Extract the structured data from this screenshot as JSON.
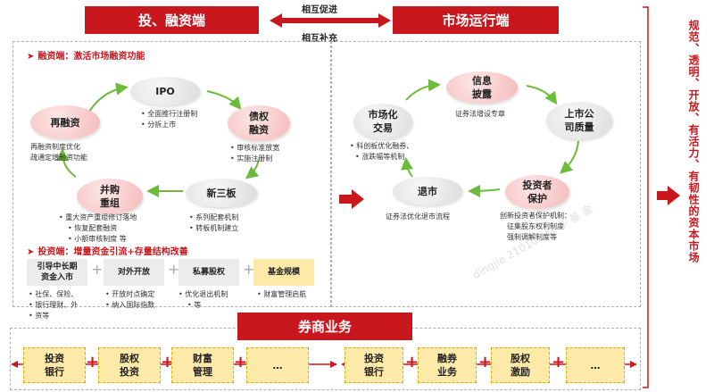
{
  "headers": {
    "left": "投、融资端",
    "right": "市场运行端",
    "bottom": "券商业务"
  },
  "mutual": {
    "top": "相互促进",
    "bottom": "相互补充"
  },
  "financing": {
    "title": "融资端：激活市场融资功能",
    "ipo": {
      "label": "IPO",
      "bullets": [
        "全面推行注册制",
        "分拆上市"
      ]
    },
    "bond": {
      "label1": "债权",
      "label2": "融资",
      "bullets": [
        "审核标准放宽",
        "实施注册制"
      ]
    },
    "neeq": {
      "label": "新三板",
      "bullets": [
        "系列配套机制",
        "转板机制建立"
      ]
    },
    "ma": {
      "label1": "并购",
      "label2": "重组",
      "bullets": [
        "重大资产重组修订落地",
        "恢复配套融资",
        "小额审核制度 等"
      ]
    },
    "refi": {
      "label": "再融资",
      "text1": "再融资制度优化",
      "text2": "疏通定增融资功能"
    }
  },
  "investing": {
    "title": "投资端：增量资金引流+存量结构改善",
    "boxes": [
      {
        "label1": "引导中长期",
        "label2": "资金入市",
        "bullets": [
          "社保、保险、",
          "银行理财、外",
          "资等"
        ]
      },
      {
        "label1": "对外开放",
        "label2": "",
        "bullets": [
          "开放时点确定",
          "纳入国际指数"
        ]
      },
      {
        "label1": "私募股权",
        "label2": "",
        "bullets": [
          "优化退出机制",
          "等"
        ]
      },
      {
        "label1": "基金规模",
        "label2": "",
        "bullets": [
          "财富管理启航"
        ]
      }
    ]
  },
  "market": {
    "disclosure": {
      "label1": "信息",
      "label2": "披露",
      "text": "证券法增设专章"
    },
    "trading": {
      "label1": "市场化",
      "label2": "交易",
      "bullets": [
        "科创板优化融券、",
        "涨跌幅等机制"
      ]
    },
    "quality": {
      "label1": "上市公",
      "label2": "司质量"
    },
    "protection": {
      "label1": "投资者",
      "label2": "保护",
      "text1": "创新投资者保护机制：",
      "text2": "征集股东权利制度",
      "text3": "强制调解制度等"
    },
    "delisting": {
      "label": "退市",
      "text": "证券法优化退市流程"
    }
  },
  "broker": {
    "left": [
      {
        "label1": "投资",
        "label2": "银行"
      },
      {
        "label1": "股权",
        "label2": "投资"
      },
      {
        "label1": "财富",
        "label2": "管理"
      },
      {
        "label1": "…",
        "label2": ""
      }
    ],
    "right": [
      {
        "label1": "投资",
        "label2": "银行"
      },
      {
        "label1": "融券",
        "label2": "业务"
      },
      {
        "label1": "股权",
        "label2": "激励"
      },
      {
        "label1": "…",
        "label2": ""
      }
    ]
  },
  "outcome": "规范、透明、开放、有活力、有韧性的资本市场",
  "watermark": "dingjie 210103 财 华 基 金",
  "colors": {
    "accent": "#c9171e",
    "pink": "#f4b9b9",
    "yellow": "#fde9a8",
    "grey": "#ececec"
  }
}
